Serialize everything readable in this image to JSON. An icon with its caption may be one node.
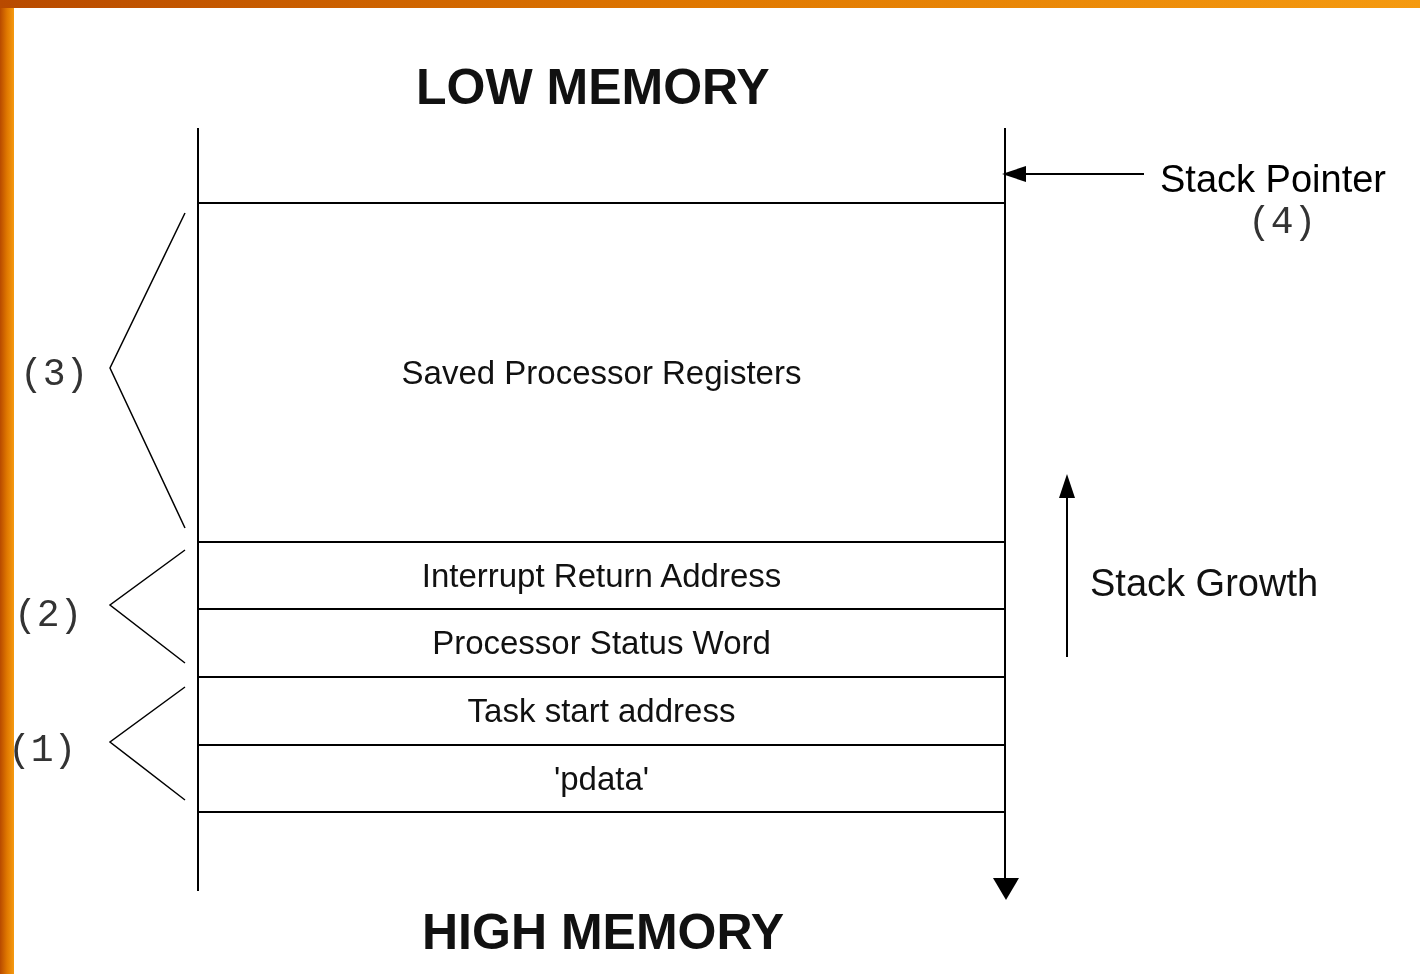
{
  "diagram": {
    "nodes": [
      {
        "text": [],
        "shape": "box"
      },
      {
        "text": [
          "Saved Processor Registers"
        ]
      },
      {
        "text": [
          "Interrupt Return Address"
        ]
      },
      {
        "text": [
          "Processor Status Word"
        ]
      },
      {
        "text": [
          "Task start address"
        ]
      },
      {
        "text": [
          "'pdata'"
        ]
      },
      {
        "text": [],
        "shape": "box"
      },
      {
        "text": [
          "Stack Pointer",
          "(4)"
        ]
      }
    ],
    "edges": [
      {
        "from": 7,
        "to": 0,
        "arrow": "to"
      }
    ],
    "labels": [
      "LOW MEMORY",
      "(3)",
      "Stack Growth",
      "(2)",
      "(1)",
      "HIGH MEMORY"
    ]
  }
}
